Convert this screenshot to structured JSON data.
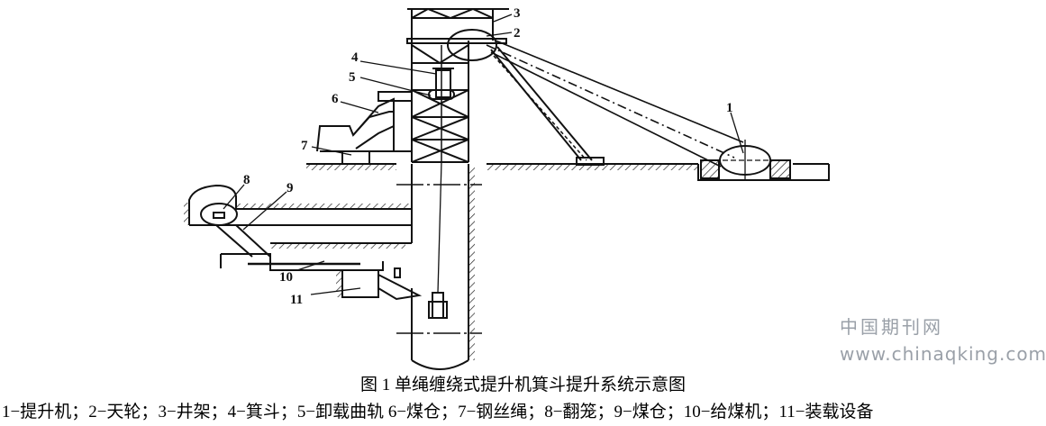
{
  "figure": {
    "caption": "图 1 单绳缠绕式提升机箕斗提升系统示意图",
    "legend_items": [
      "1−提升机；",
      "2−天轮；",
      "3−井架；",
      "4−箕斗；",
      "5−卸载曲轨 ",
      "6−煤仓；",
      "7−钢丝绳；",
      "8−翻笼；",
      "9−煤仓；",
      "10−给煤机；",
      "11−装载设备"
    ],
    "callouts": [
      "1",
      "2",
      "3",
      "4",
      "5",
      "6",
      "7",
      "8",
      "9",
      "10",
      "11"
    ]
  },
  "watermark": {
    "site_name": "中国期刊网",
    "url": "www.chinaqking.com"
  },
  "colors": {
    "line": "#111111",
    "watermark": "#9aa0a8"
  }
}
